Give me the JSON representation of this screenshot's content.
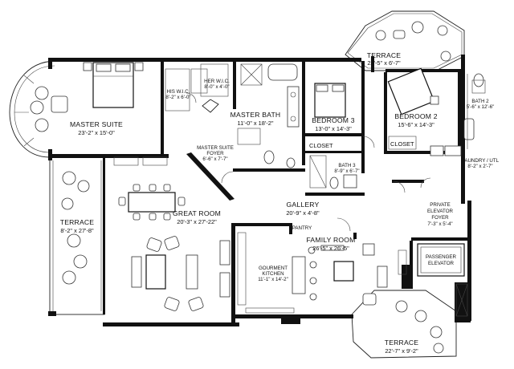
{
  "rooms": {
    "master_suite": {
      "name": "MASTER SUITE",
      "dim": "23'-2\" x 15'-0\""
    },
    "his_wic": {
      "name": "HIS W.I.C.",
      "dim": "8'-2\" x 6'-0\""
    },
    "her_wic": {
      "name": "HER W.I.C.",
      "dim": "8'-0\" x 4'-0\""
    },
    "master_bath": {
      "name": "MASTER BATH",
      "dim": "11'-0\" x 18'-2\""
    },
    "master_suite_foyer": {
      "name": "MASTER SUITE",
      "name2": "FOYER",
      "dim": "6'-6\" x 7'-7\""
    },
    "bedroom3": {
      "name": "BEDROOM 3",
      "dim": "13'-0\" x 14'-3\""
    },
    "closet1": {
      "name": "CLOSET"
    },
    "bath3": {
      "name": "BATH 3",
      "dim": "8'-9\" x 6'-7\""
    },
    "terrace_top": {
      "name": "TERRACE",
      "dim": "22'-5\" x 6'-7\""
    },
    "bedroom2": {
      "name": "BEDROOM 2",
      "dim": "15'-6\" x 14'-3\""
    },
    "closet2": {
      "name": "CLOSET"
    },
    "bath2": {
      "name": "BATH 2",
      "dim": "5'-6\" x 12'-6\""
    },
    "laundry": {
      "name": "LAUNDRY / UTL",
      "dim": "8'-2\" x 2'-7\""
    },
    "terrace_left": {
      "name": "TERRACE",
      "dim": "8'-2\" x 27'-8\""
    },
    "great_room": {
      "name": "GREAT ROOM",
      "dim": "20'-3\" x 27'-22\""
    },
    "gallery": {
      "name": "GALLERY",
      "dim": "20'-9\" x 4'-8\""
    },
    "pantry": {
      "name": "PANTRY"
    },
    "private_elevator_foyer": {
      "name": "PRIVATE",
      "name2": "ELEVATOR",
      "name3": "FOYER",
      "dim": "7'-3\" x 5'-4\""
    },
    "family_room": {
      "name": "FAMILY ROOM",
      "dim": "26'-5\" x 26'-5\""
    },
    "kitchen": {
      "name": "GOURMENT",
      "name2": "KITCHEN",
      "dim": "11'-1\" x 14'-2\""
    },
    "passenger_elevator": {
      "name": "PASSENGER",
      "name2": "ELEVATOR"
    },
    "terrace_bottom": {
      "name": "TERRACE",
      "dim": "22'-7\" x 9'-2\""
    }
  }
}
